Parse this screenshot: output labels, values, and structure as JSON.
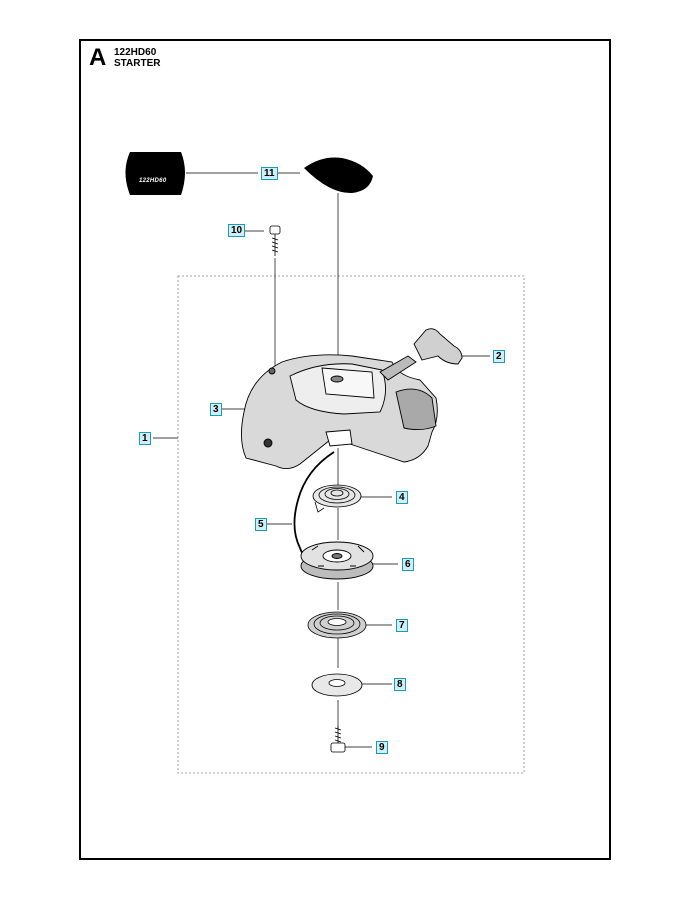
{
  "section_letter": "A",
  "model": "122HD60",
  "title": "STARTER",
  "decal_text": "122HD60",
  "callouts": [
    "1",
    "2",
    "3",
    "4",
    "5",
    "6",
    "7",
    "8",
    "9",
    "10",
    "11"
  ],
  "colors": {
    "callout_fill": "#cfeef5",
    "callout_border": "#1a9bb8"
  }
}
